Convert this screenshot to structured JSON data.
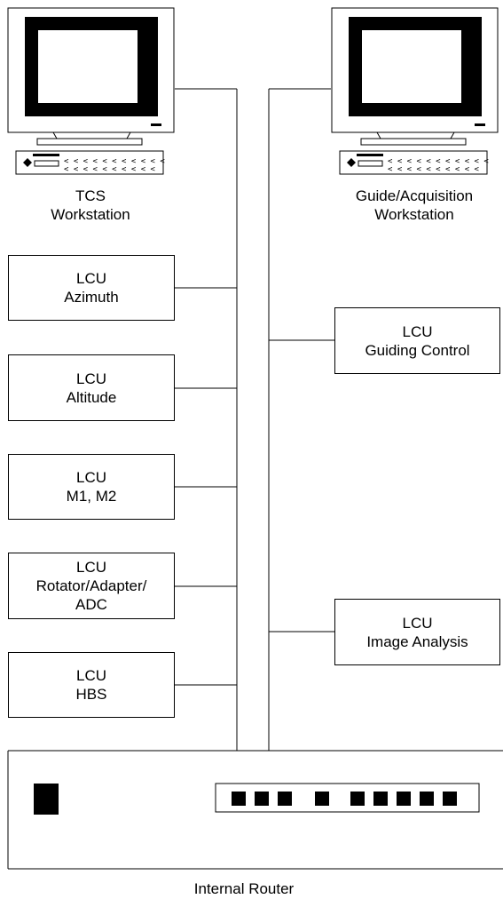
{
  "workstations": {
    "left": {
      "line1": "TCS",
      "line2": "Workstation"
    },
    "right": {
      "line1": "Guide/Acquisition",
      "line2": "Workstation"
    }
  },
  "left_lcus": [
    {
      "title": "LCU",
      "name": "Azimuth"
    },
    {
      "title": "LCU",
      "name": "Altitude"
    },
    {
      "title": "LCU",
      "name": "M1, M2"
    },
    {
      "title": "LCU",
      "name_lines": [
        "Rotator/Adapter/",
        "ADC"
      ]
    },
    {
      "title": "LCU",
      "name": "HBS"
    }
  ],
  "right_lcus": [
    {
      "title": "LCU",
      "name": "Guiding Control"
    },
    {
      "title": "LCU",
      "name": "Image Analysis"
    }
  ],
  "router": {
    "label": "Internal Router",
    "port_count": 9
  }
}
